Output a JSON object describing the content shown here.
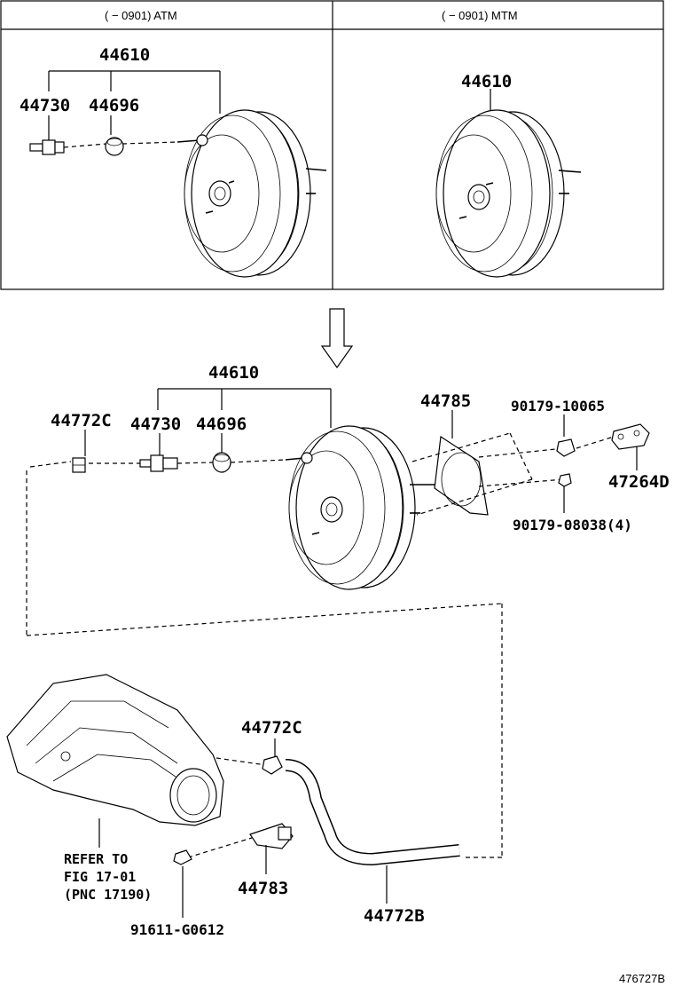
{
  "header": {
    "atm_caption": "(     − 0901) ATM",
    "mtm_caption": "(     − 0901) MTM"
  },
  "top_atm": {
    "assembly": "44610",
    "check_valve": "44730",
    "grommet": "44696"
  },
  "top_mtm": {
    "assembly": "44610"
  },
  "main": {
    "assembly": "44610",
    "check_valve": "44730",
    "grommet": "44696",
    "union": "44772C",
    "gasket": "44785",
    "nut_upper": "90179-10065",
    "nut_lower": "90179-08038(4)",
    "bracket": "47264D"
  },
  "lower": {
    "union": "44772C",
    "hose": "44772B",
    "clamp": "44783",
    "bolt": "91611-G0612",
    "refer_line1": "REFER TO",
    "refer_line2": "FIG 17-01",
    "refer_line3": "(PNC 17190)"
  },
  "footer": {
    "illustration_id": "476727B"
  }
}
